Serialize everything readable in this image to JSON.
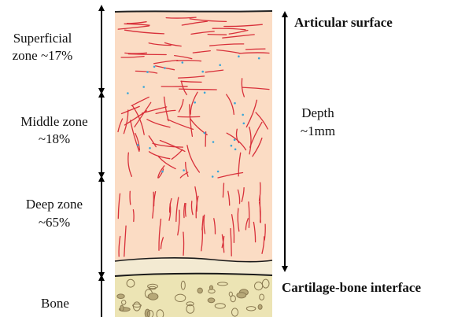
{
  "labels": {
    "superficial_line1": "Superficial",
    "superficial_line2": "zone ~17%",
    "middle_line1": "Middle zone",
    "middle_line2": "~18%",
    "deep_line1": "Deep zone",
    "deep_line2": "~65%",
    "bone": "Bone",
    "articular_surface": "Articular surface",
    "depth_line1": "Depth",
    "depth_line2": "~1mm",
    "cartilage_bone_interface": "Cartilage-bone interface"
  },
  "colors": {
    "cartilage_fill": "#fbdcc4",
    "fiber": "#d8303a",
    "cell_dot": "#3aa6d8",
    "calcified_layer": "#f3ead2",
    "bone_fill": "#ece4b4",
    "bone_outline": "#8a7a52",
    "arrow": "#000000"
  }
}
